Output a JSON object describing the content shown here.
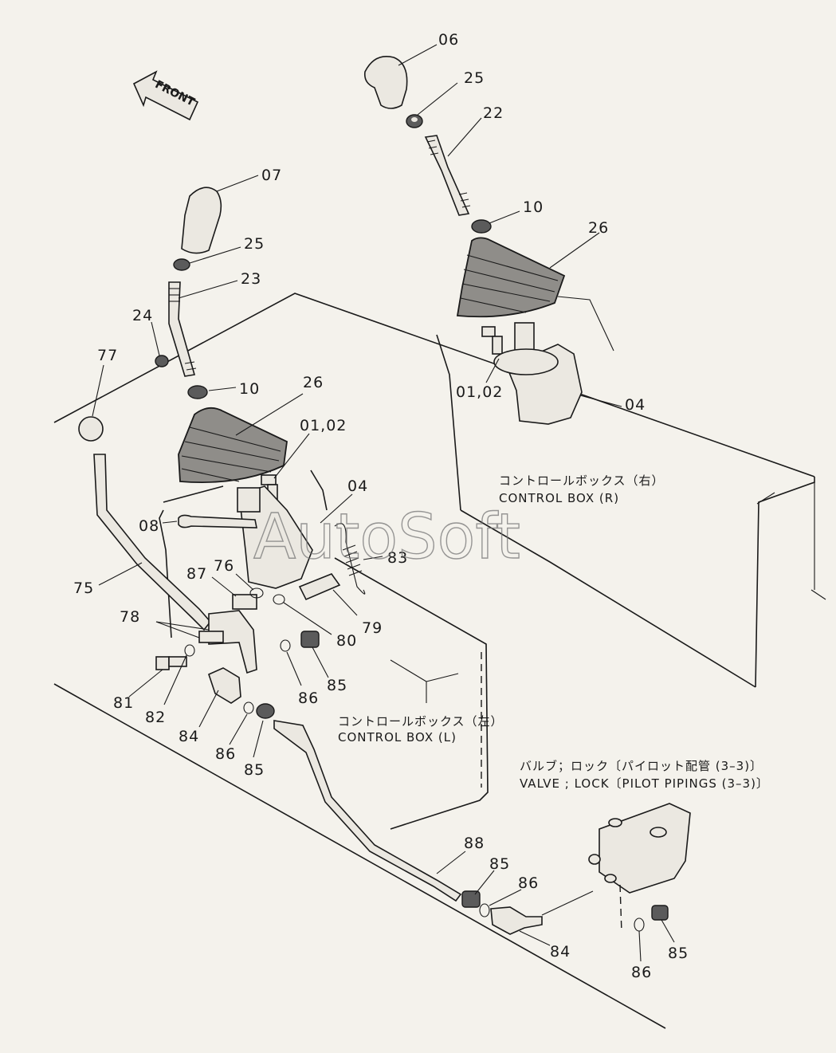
{
  "front_arrow": {
    "label": "FRONT"
  },
  "watermark": "AutoSoft",
  "boxes": {
    "right": {
      "jp": "コントロールボックス（右）",
      "en": "CONTROL BOX (R)"
    },
    "left": {
      "jp": "コントロールボックス（左）",
      "en": "CONTROL BOX (L)"
    }
  },
  "valve_note": {
    "jp": "バルブ；ロック〔パイロット配管 (3–3)〕",
    "en": "VALVE ; LOCK〔PILOT PIPINGS (3–3)〕"
  },
  "part_labels": [
    {
      "id": "lbl-06",
      "text": "06"
    },
    {
      "id": "lbl-25r",
      "text": "25"
    },
    {
      "id": "lbl-22",
      "text": "22"
    },
    {
      "id": "lbl-10r",
      "text": "10"
    },
    {
      "id": "lbl-26r",
      "text": "26"
    },
    {
      "id": "lbl-0102r",
      "text": "01,02"
    },
    {
      "id": "lbl-04r",
      "text": "04"
    },
    {
      "id": "lbl-07",
      "text": "07"
    },
    {
      "id": "lbl-25l",
      "text": "25"
    },
    {
      "id": "lbl-23",
      "text": "23"
    },
    {
      "id": "lbl-24",
      "text": "24"
    },
    {
      "id": "lbl-77",
      "text": "77"
    },
    {
      "id": "lbl-10l",
      "text": "10"
    },
    {
      "id": "lbl-26l",
      "text": "26"
    },
    {
      "id": "lbl-0102l",
      "text": "01,02"
    },
    {
      "id": "lbl-04l",
      "text": "04"
    },
    {
      "id": "lbl-08",
      "text": "08"
    },
    {
      "id": "lbl-83",
      "text": "83"
    },
    {
      "id": "lbl-76",
      "text": "76"
    },
    {
      "id": "lbl-87",
      "text": "87"
    },
    {
      "id": "lbl-75",
      "text": "75"
    },
    {
      "id": "lbl-78",
      "text": "78"
    },
    {
      "id": "lbl-79",
      "text": "79"
    },
    {
      "id": "lbl-80",
      "text": "80"
    },
    {
      "id": "lbl-81",
      "text": "81"
    },
    {
      "id": "lbl-82",
      "text": "82"
    },
    {
      "id": "lbl-86a",
      "text": "86"
    },
    {
      "id": "lbl-85a",
      "text": "85"
    },
    {
      "id": "lbl-84a",
      "text": "84"
    },
    {
      "id": "lbl-86b",
      "text": "86"
    },
    {
      "id": "lbl-85b",
      "text": "85"
    },
    {
      "id": "lbl-88",
      "text": "88"
    },
    {
      "id": "lbl-85c",
      "text": "85"
    },
    {
      "id": "lbl-86c",
      "text": "86"
    },
    {
      "id": "lbl-84b",
      "text": "84"
    },
    {
      "id": "lbl-86d",
      "text": "86"
    },
    {
      "id": "lbl-85d",
      "text": "85"
    }
  ]
}
